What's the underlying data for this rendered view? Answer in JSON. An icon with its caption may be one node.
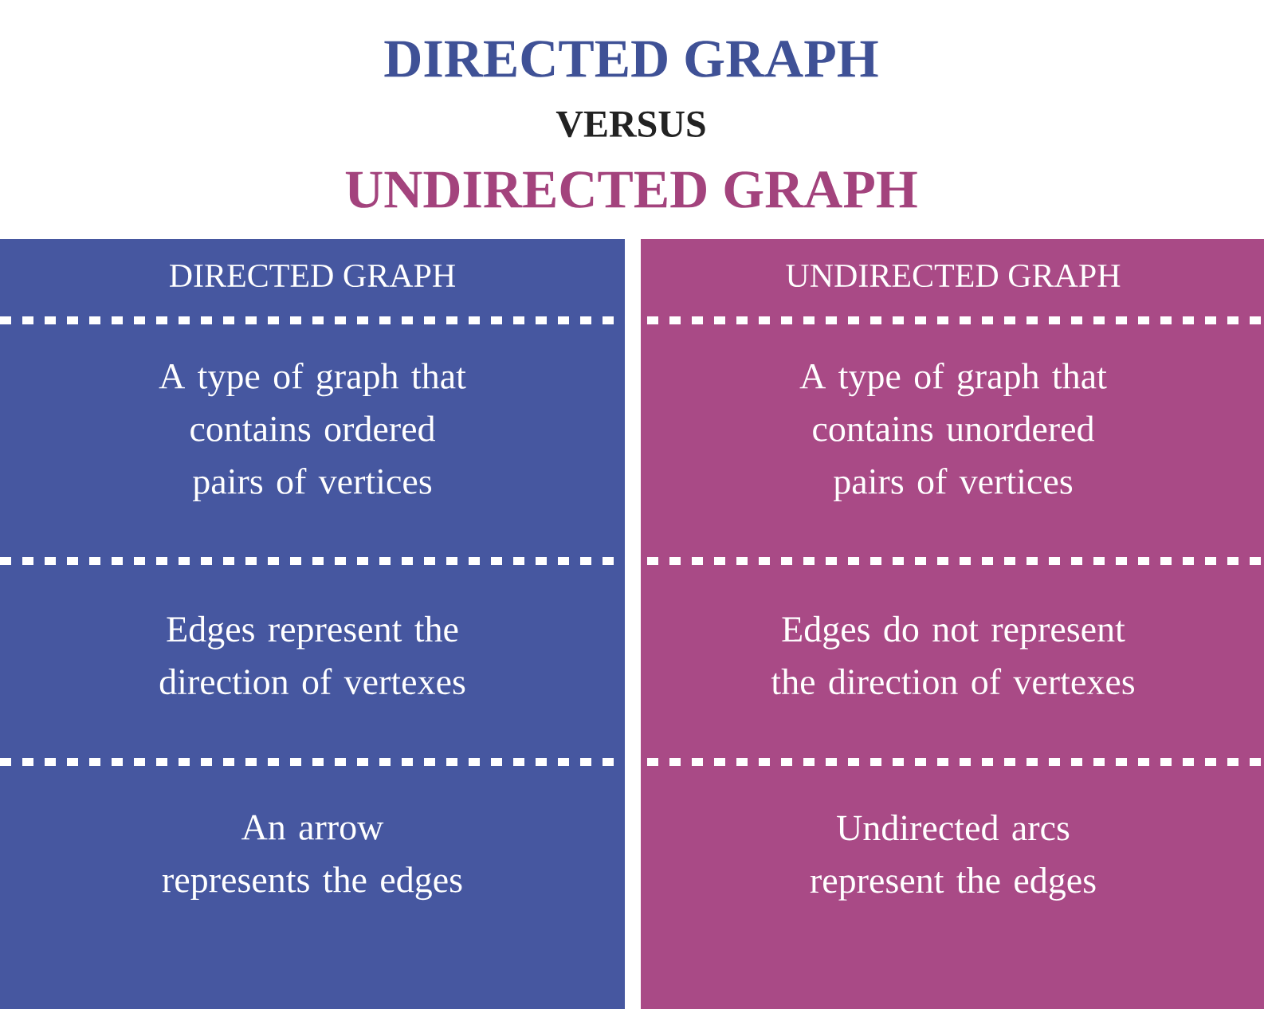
{
  "diagram": {
    "labels": [
      "DIRECTED GRAPH",
      "VERSUS",
      "UNDIRECTED GRAPH",
      "DIRECTED GRAPH",
      "UNDIRECTED GRAPH",
      "A type of graph that contains ordered pairs of vertices",
      "A type of graph that contains unordered pairs of vertices",
      "Edges represent the direction of vertexes",
      "Edges do not represent the direction of vertexes",
      "An arrow represents the edges",
      "Undirected arcs represent the edges"
    ]
  }
}
